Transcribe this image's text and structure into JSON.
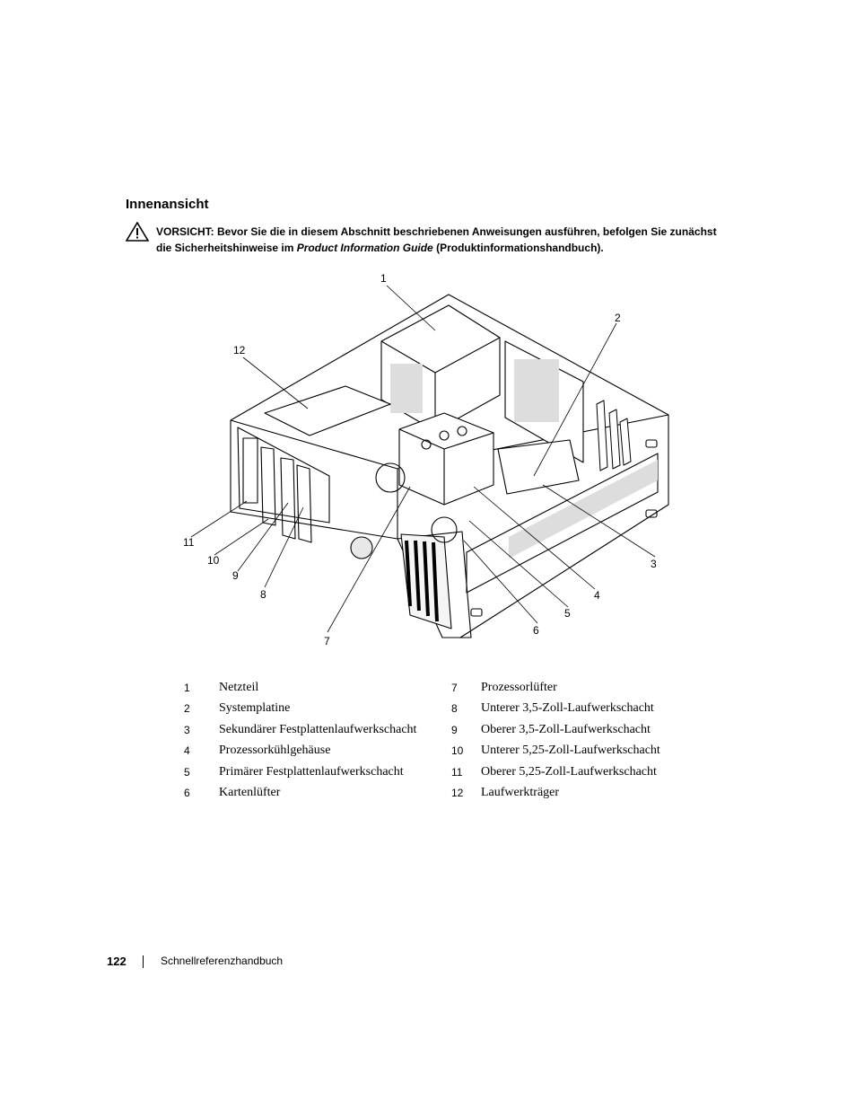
{
  "section": {
    "title": "Innenansicht"
  },
  "caution": {
    "icon": "warning-triangle-icon",
    "label": "VORSICHT:",
    "text_line1": " Bevor Sie die in diesem Abschnitt beschriebenen Anweisungen ausführen, befolgen Sie zunächst",
    "text_line2_start": "die Sicherheitshinweise im ",
    "text_line2_italic": "Product Information Guide",
    "text_line2_end": " (Produktinformationshandbuch)."
  },
  "figure": {
    "illustration": "computer-interior-illustration",
    "callouts": [
      "1",
      "2",
      "3",
      "4",
      "5",
      "6",
      "7",
      "8",
      "9",
      "10",
      "11",
      "12"
    ]
  },
  "legend": {
    "left": [
      {
        "num": "1",
        "text": "Netzteil"
      },
      {
        "num": "2",
        "text": "Systemplatine"
      },
      {
        "num": "3",
        "text": "Sekundärer Festplattenlaufwerkschacht"
      },
      {
        "num": "4",
        "text": "Prozessorkühlgehäuse"
      },
      {
        "num": "5",
        "text": "Primärer Festplattenlaufwerkschacht"
      },
      {
        "num": "6",
        "text": "Kartenlüfter"
      }
    ],
    "right": [
      {
        "num": "7",
        "text": "Prozessorlüfter"
      },
      {
        "num": "8",
        "text": "Unterer 3,5-Zoll-Laufwerkschacht"
      },
      {
        "num": "9",
        "text": "Oberer 3,5-Zoll-Laufwerkschacht"
      },
      {
        "num": "10",
        "text": "Unterer 5,25-Zoll-Laufwerkschacht"
      },
      {
        "num": "11",
        "text": "Oberer 5,25-Zoll-Laufwerkschacht"
      },
      {
        "num": "12",
        "text": "Laufwerkträger"
      }
    ]
  },
  "footer": {
    "page_number": "122",
    "title": "Schnellreferenzhandbuch"
  }
}
